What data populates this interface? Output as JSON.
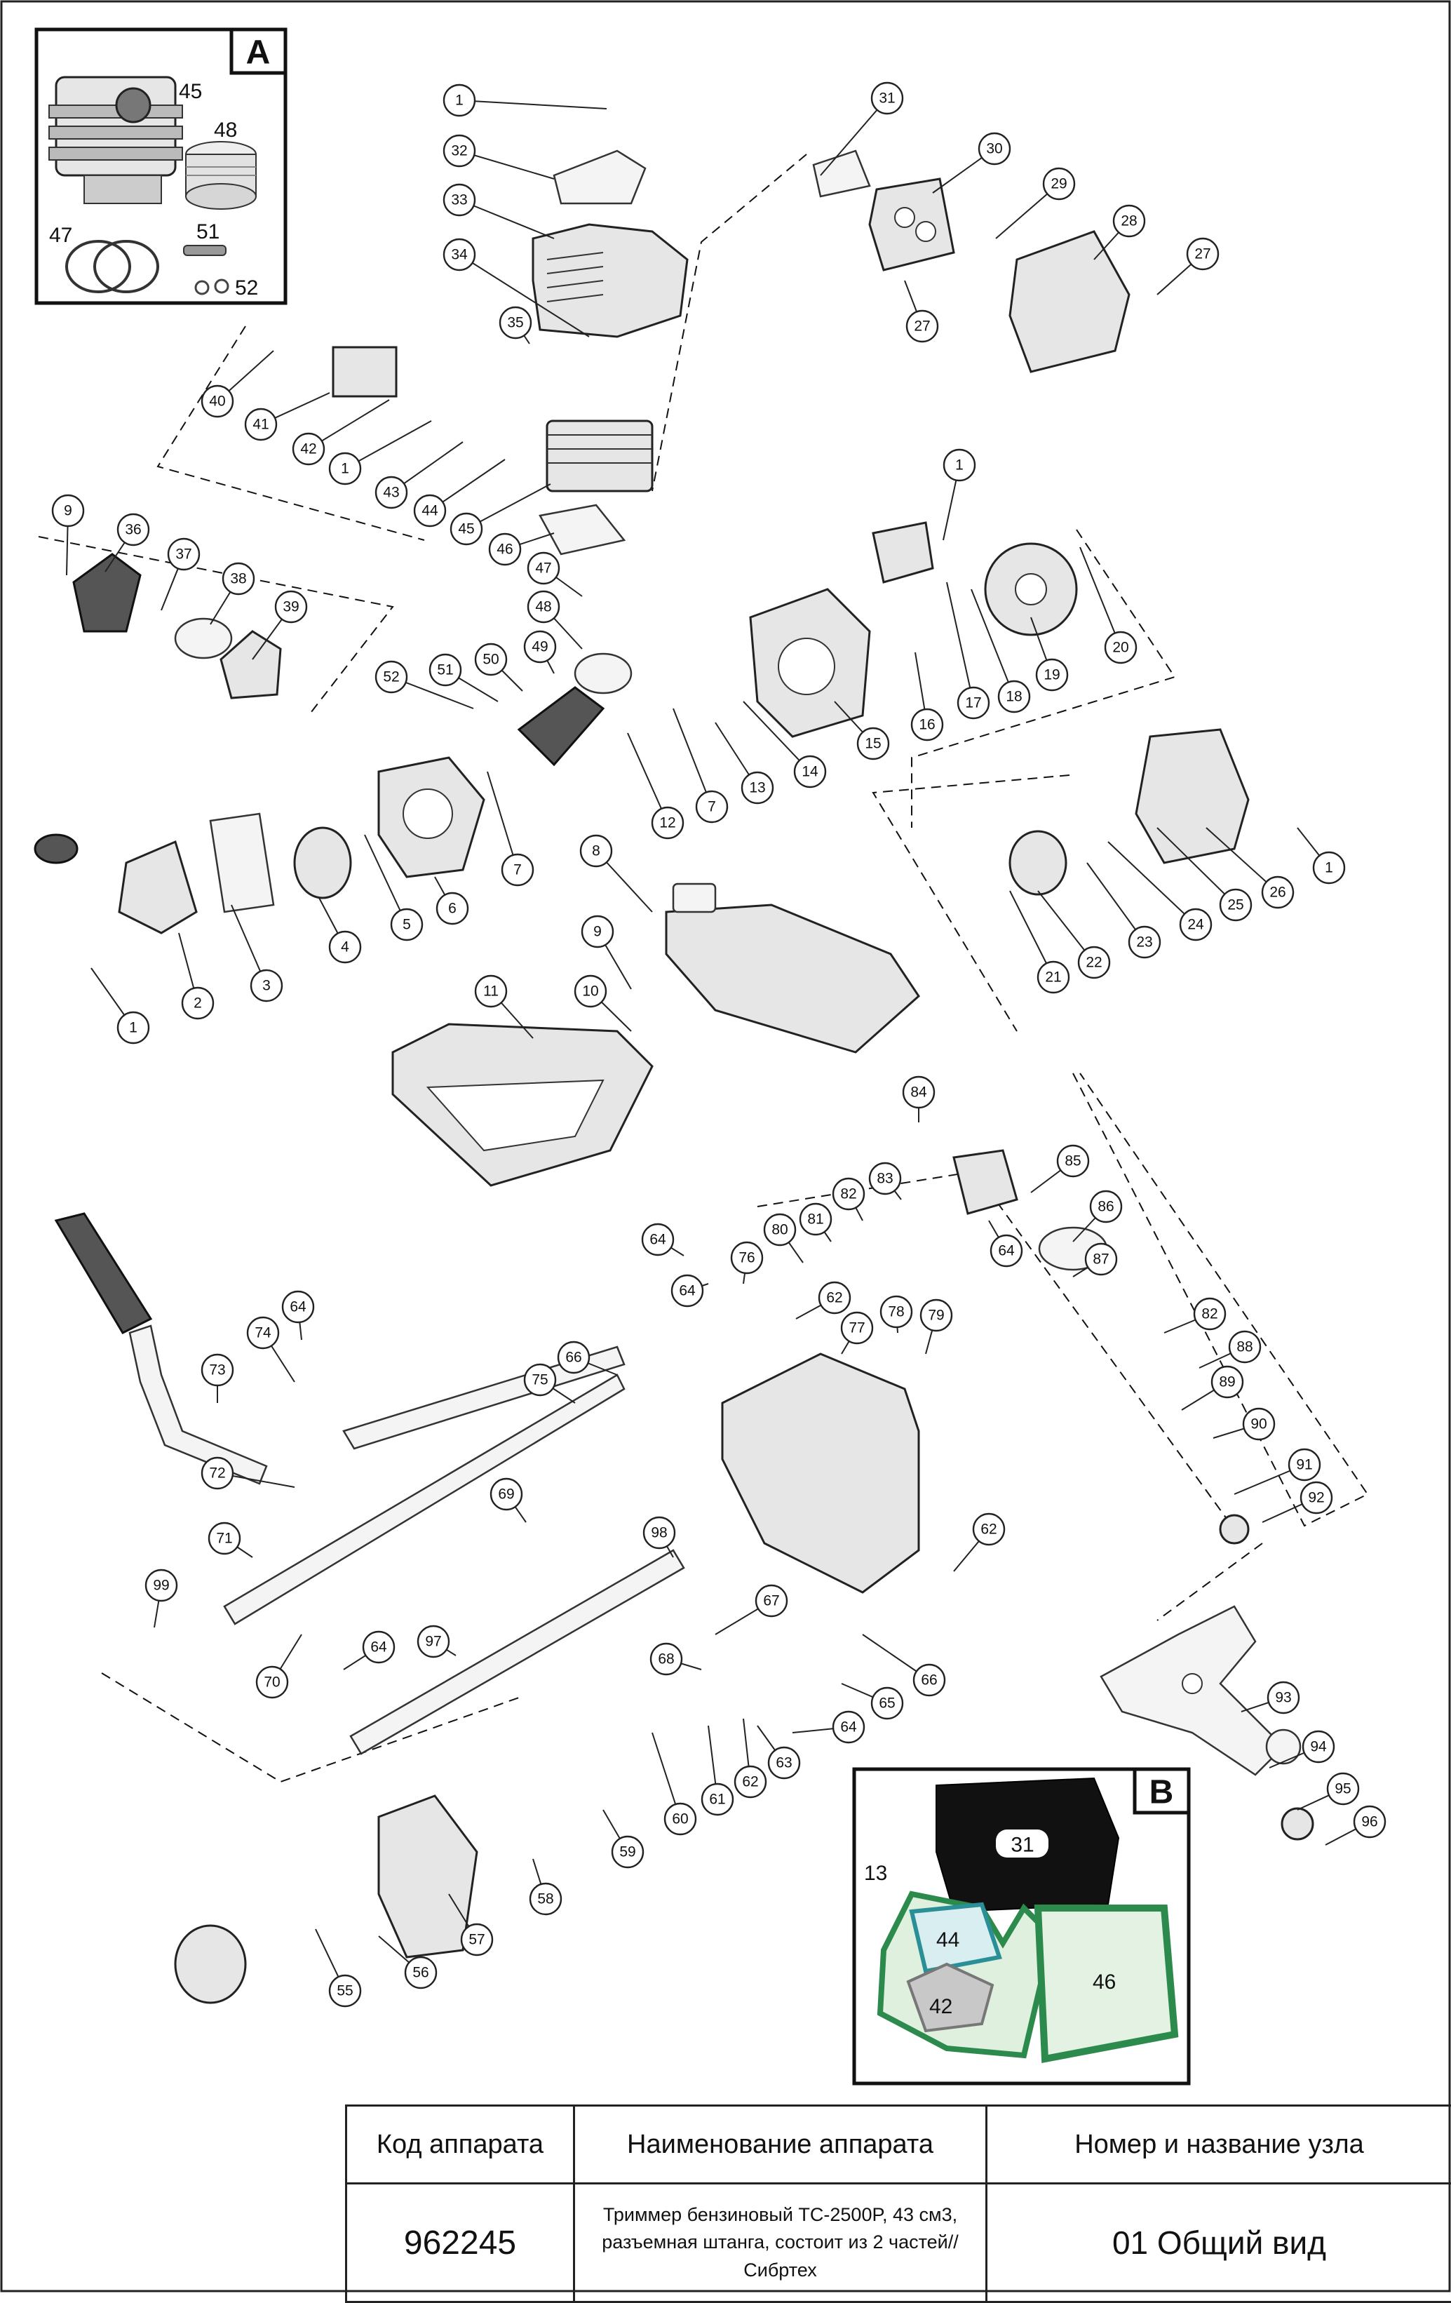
{
  "inset_a": {
    "letter": "A",
    "labels": {
      "cylinder": "45",
      "piston": "48",
      "rings": "47",
      "pin": "51",
      "clips": "52"
    }
  },
  "inset_b": {
    "letter": "B",
    "labels": {
      "plate": "31",
      "gasket_13": "13",
      "gasket_44": "44",
      "gasket_42": "42",
      "gasket_46": "46"
    }
  },
  "callouts": [
    "1",
    "2",
    "3",
    "4",
    "5",
    "6",
    "7",
    "8",
    "9",
    "10",
    "11",
    "12",
    "13",
    "14",
    "15",
    "16",
    "17",
    "18",
    "19",
    "20",
    "21",
    "22",
    "23",
    "24",
    "25",
    "26",
    "27",
    "28",
    "29",
    "30",
    "31",
    "32",
    "33",
    "34",
    "35",
    "36",
    "37",
    "38",
    "39",
    "40",
    "41",
    "42",
    "43",
    "44",
    "45",
    "46",
    "47",
    "48",
    "49",
    "50",
    "51",
    "52",
    "55",
    "56",
    "57",
    "58",
    "59",
    "60",
    "61",
    "62",
    "63",
    "64",
    "65",
    "66",
    "67",
    "68",
    "69",
    "70",
    "71",
    "72",
    "73",
    "74",
    "75",
    "76",
    "77",
    "78",
    "79",
    "80",
    "81",
    "82",
    "83",
    "84",
    "85",
    "86",
    "87",
    "88",
    "89",
    "90",
    "91",
    "92",
    "93",
    "94",
    "95",
    "96",
    "97",
    "98",
    "99"
  ],
  "table": {
    "headers": {
      "code": "Код аппарата",
      "name": "Наименование аппарата",
      "unit": "Номер и название узла"
    },
    "values": {
      "code": "962245",
      "name": "Триммер бензиновый TC-2500P, 43 см3, разъемная штанга, состоит из 2 частей// Сибртех",
      "unit": "01 Общий вид"
    }
  }
}
